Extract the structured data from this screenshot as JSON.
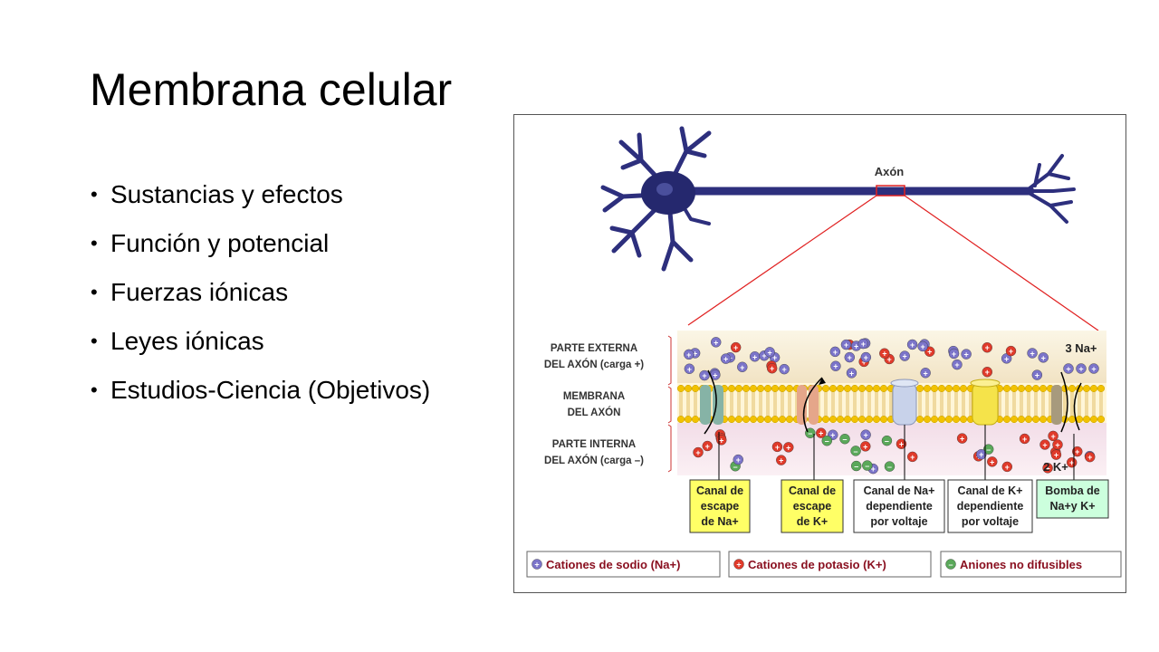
{
  "slide": {
    "title": "Membrana celular",
    "bullets": [
      "Sustancias y efectos",
      "Función y potencial",
      "Fuerzas iónicas",
      "Leyes iónicas",
      "Estudios-Ciencia  (Objetivos)"
    ]
  },
  "figure": {
    "axon_label": "Axón",
    "region_labels": {
      "outer": [
        "PARTE EXTERNA",
        "DEL AXÓN (carga +)"
      ],
      "membrane": [
        "MEMBRANA",
        "DEL AXÓN"
      ],
      "inner": [
        "PARTE INTERNA",
        "DEL AXÓN (carga –)"
      ]
    },
    "pump_top_label": "3 Na+",
    "pump_bottom_label": "2 K+",
    "channels": [
      {
        "lines": [
          "Canal de",
          "escape",
          "de Na+"
        ],
        "color": "#ffff66"
      },
      {
        "lines": [
          "Canal de",
          "escape",
          "de K+"
        ],
        "color": "#ffff66"
      },
      {
        "lines": [
          "Canal de Na+",
          "dependiente",
          "por voltaje"
        ],
        "color": "#ffffff"
      },
      {
        "lines": [
          "Canal de K+",
          "dependiente",
          "por voltaje"
        ],
        "color": "#ffffff"
      },
      {
        "lines": [
          "Bomba de",
          "Na+y K+"
        ],
        "color": "#ccffdd"
      }
    ],
    "legend": [
      {
        "symbol": "+",
        "label": "Cationes de sodio (Na+)",
        "color": "#7b74c9"
      },
      {
        "symbol": "+",
        "label": "Cationes de potasio (K+)",
        "color": "#e03a2a"
      },
      {
        "symbol": "–",
        "label": "Aniones no difusibles",
        "color": "#5aa85a"
      }
    ],
    "colors": {
      "neuron": "#2d2f7d",
      "zoom_lines": "#e02020",
      "legend_text": "#8a1020",
      "membrane_heads": "#f2c200",
      "outer_bg": "#f4e8c8",
      "inner_bg": "#f0dce8"
    }
  }
}
